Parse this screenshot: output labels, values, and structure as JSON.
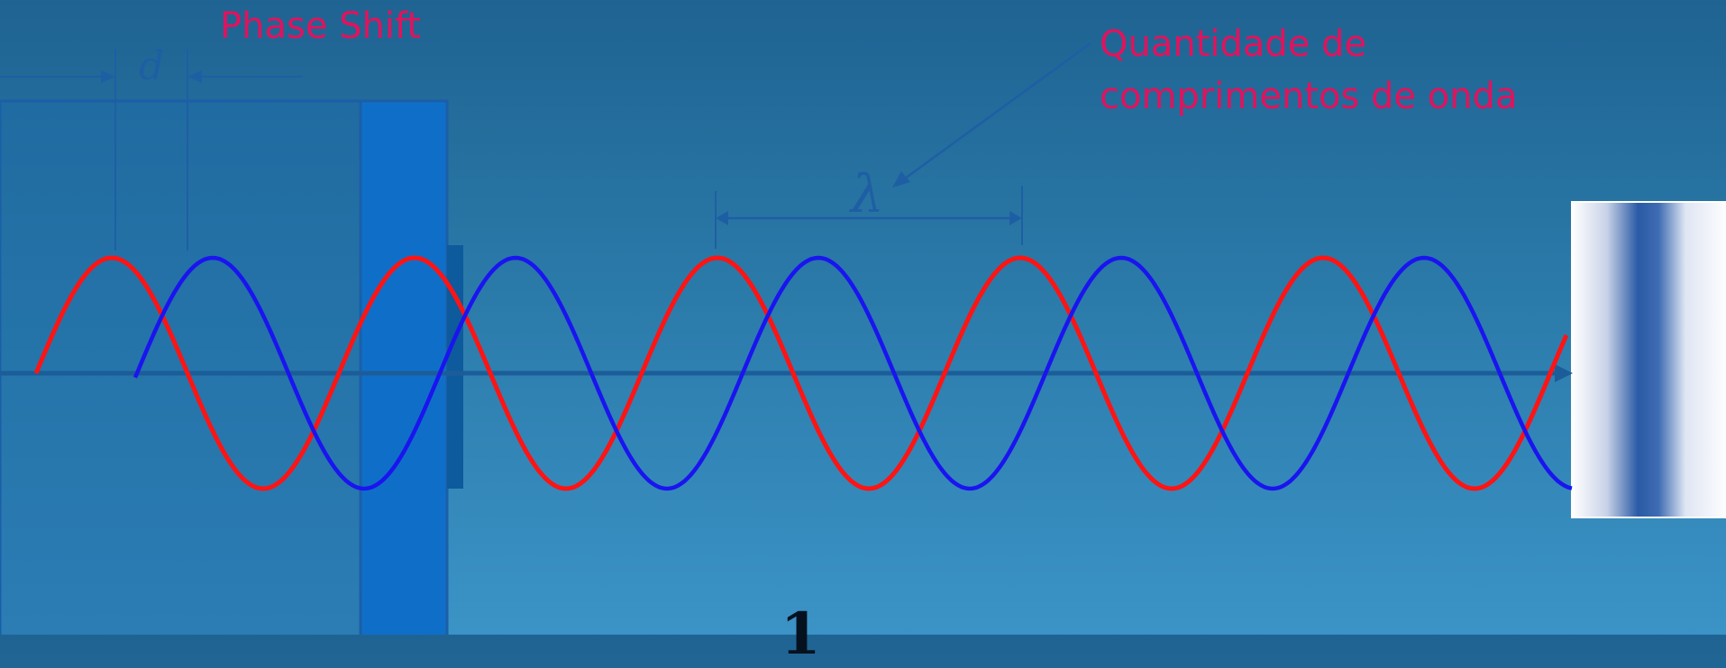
{
  "labels": {
    "phase_shift": "Phase Shift",
    "wavelength_count_line1": "Quantidade de",
    "wavelength_count_line2": "comprimentos de onda",
    "d_symbol": "d",
    "lambda_symbol": "λ",
    "formula_fragment": "1"
  },
  "colors": {
    "reference_wave": "#ff1414",
    "shifted_wave": "#1a14f0",
    "annotation_text": "#e0135d",
    "dimension_lines": "#1e5fa4",
    "sample_plate": "#0f6fc8",
    "emitter_block": "#1d6aa8",
    "detector_band": "#2a5aa6"
  },
  "icons": {
    "d_arrow_left": "arrow-right-icon",
    "d_arrow_right": "arrow-left-icon",
    "lambda_pointer": "arrow-icon",
    "axis_arrow": "arrow-right-icon"
  }
}
